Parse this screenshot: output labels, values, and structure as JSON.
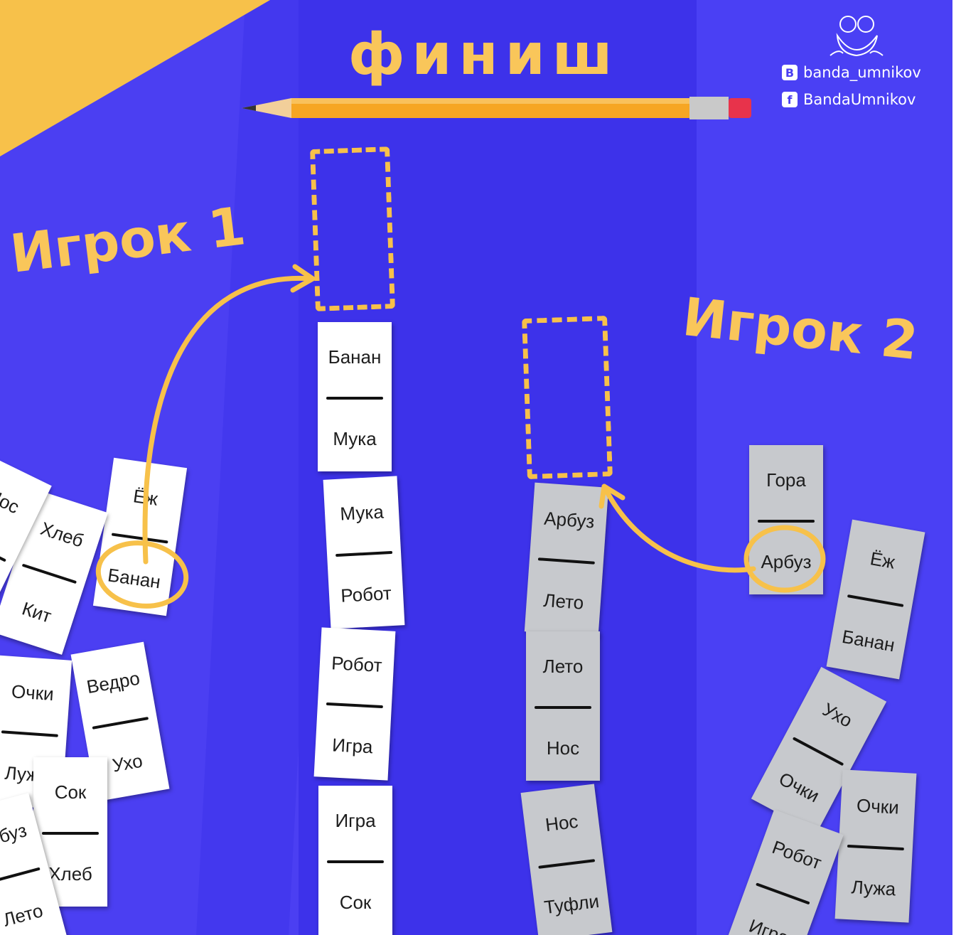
{
  "title": "финиш",
  "player1_label": "Игрок 1",
  "player2_label": "Игрок 2",
  "social": {
    "vk": "banda_umnikov",
    "fb": "BandaUmnikov"
  },
  "icons": [
    "pencil-icon",
    "vk-icon",
    "facebook-icon",
    "frog-logo-icon"
  ],
  "colors": {
    "background": "#4b3ff2",
    "accent": "#f7c14a",
    "tile_white": "#ffffff",
    "tile_gray": "#c7c9cd"
  },
  "chain1": [
    {
      "top": "Банан",
      "bottom": "Мука"
    },
    {
      "top": "Мука",
      "bottom": "Робот"
    },
    {
      "top": "Робот",
      "bottom": "Игра"
    },
    {
      "top": "Игра",
      "bottom": "Сок"
    }
  ],
  "chain2": [
    {
      "top": "Арбуз",
      "bottom": "Лето"
    },
    {
      "top": "Лето",
      "bottom": "Нос"
    },
    {
      "top": "Нос",
      "bottom": "Туфли"
    }
  ],
  "hand1": [
    {
      "top": "Ёж",
      "bottom": "Банан"
    },
    {
      "top": "Хлеб",
      "bottom": "Кит"
    },
    {
      "top": "Очки",
      "bottom": "Лужа"
    },
    {
      "top": "Ведро",
      "bottom": "Ухо"
    },
    {
      "top": "Сок",
      "bottom": "Хлеб"
    },
    {
      "top": "Нос",
      "bottom": ""
    },
    {
      "top": "Арбуз",
      "bottom": "Лето"
    }
  ],
  "hand2": [
    {
      "top": "Гора",
      "bottom": "Арбуз"
    },
    {
      "top": "Ёж",
      "bottom": "Банан"
    },
    {
      "top": "Ухо",
      "bottom": "Очки"
    },
    {
      "top": "Очки",
      "bottom": "Лужа"
    },
    {
      "top": "Робот",
      "bottom": "Игра"
    }
  ]
}
